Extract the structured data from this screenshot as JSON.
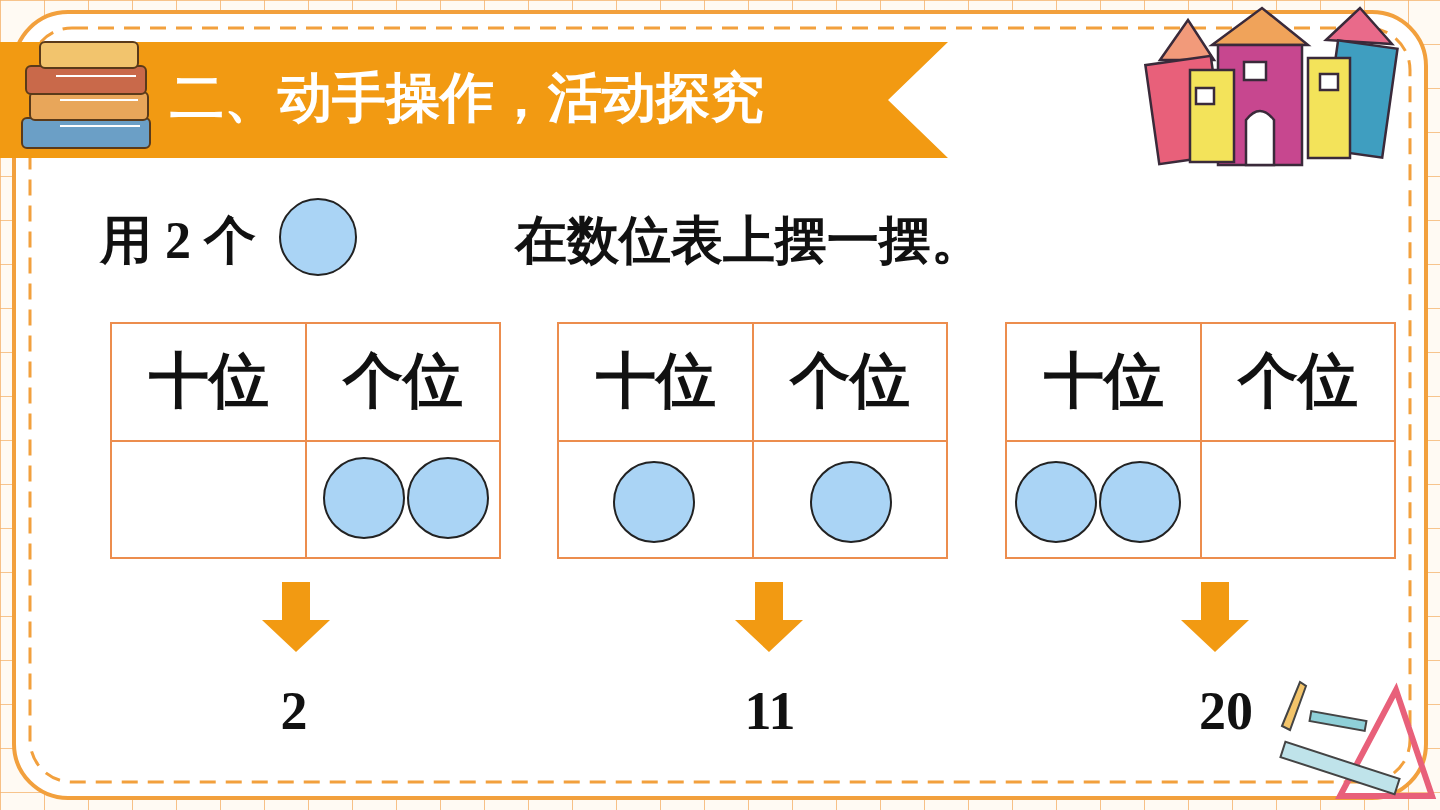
{
  "diagram": {
    "title": "二、动手操作，活动探究",
    "nodes": [
      {
        "text": [
          "十位",
          "个位"
        ]
      },
      {
        "text": [
          "十位",
          "个位"
        ]
      },
      {
        "text": [
          "十位",
          "个位"
        ]
      }
    ],
    "labels": [
      "用 2 个",
      "在数位表上摆一摆。",
      "2",
      "11",
      "20"
    ]
  }
}
